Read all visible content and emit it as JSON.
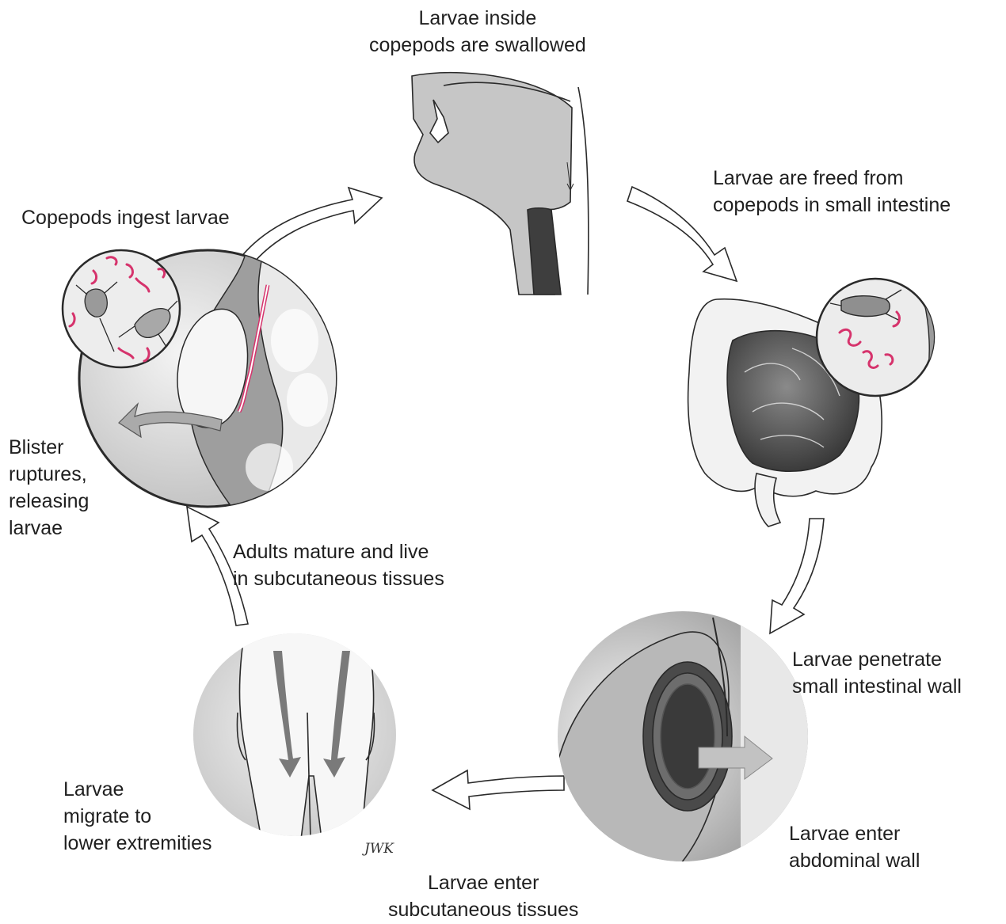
{
  "labels": {
    "swallowed": [
      "Larvae inside",
      "copepods are swallowed"
    ],
    "freed": [
      "Larvae are freed from",
      "copepods in small intestine"
    ],
    "penetrate": [
      "Larvae penetrate",
      "small intestinal wall"
    ],
    "abdominal": [
      "Larvae enter",
      "abdominal wall"
    ],
    "subcutaneous_enter": [
      "Larvae enter",
      "subcutaneous tissues"
    ],
    "migrate": [
      "Larvae",
      "migrate to",
      "lower extremities"
    ],
    "adults": [
      "Adults mature and live",
      "in subcutaneous tissues"
    ],
    "blister": [
      "Blister",
      "ruptures,",
      "releasing",
      "larvae"
    ],
    "ingest": [
      "Copepods ingest larvae"
    ]
  },
  "signature": "JWK",
  "colors": {
    "larva": "#d6336c",
    "outline": "#2a2a2a",
    "gray_fill": "#d9d9d9",
    "dark_fill": "#6f6f6f"
  }
}
